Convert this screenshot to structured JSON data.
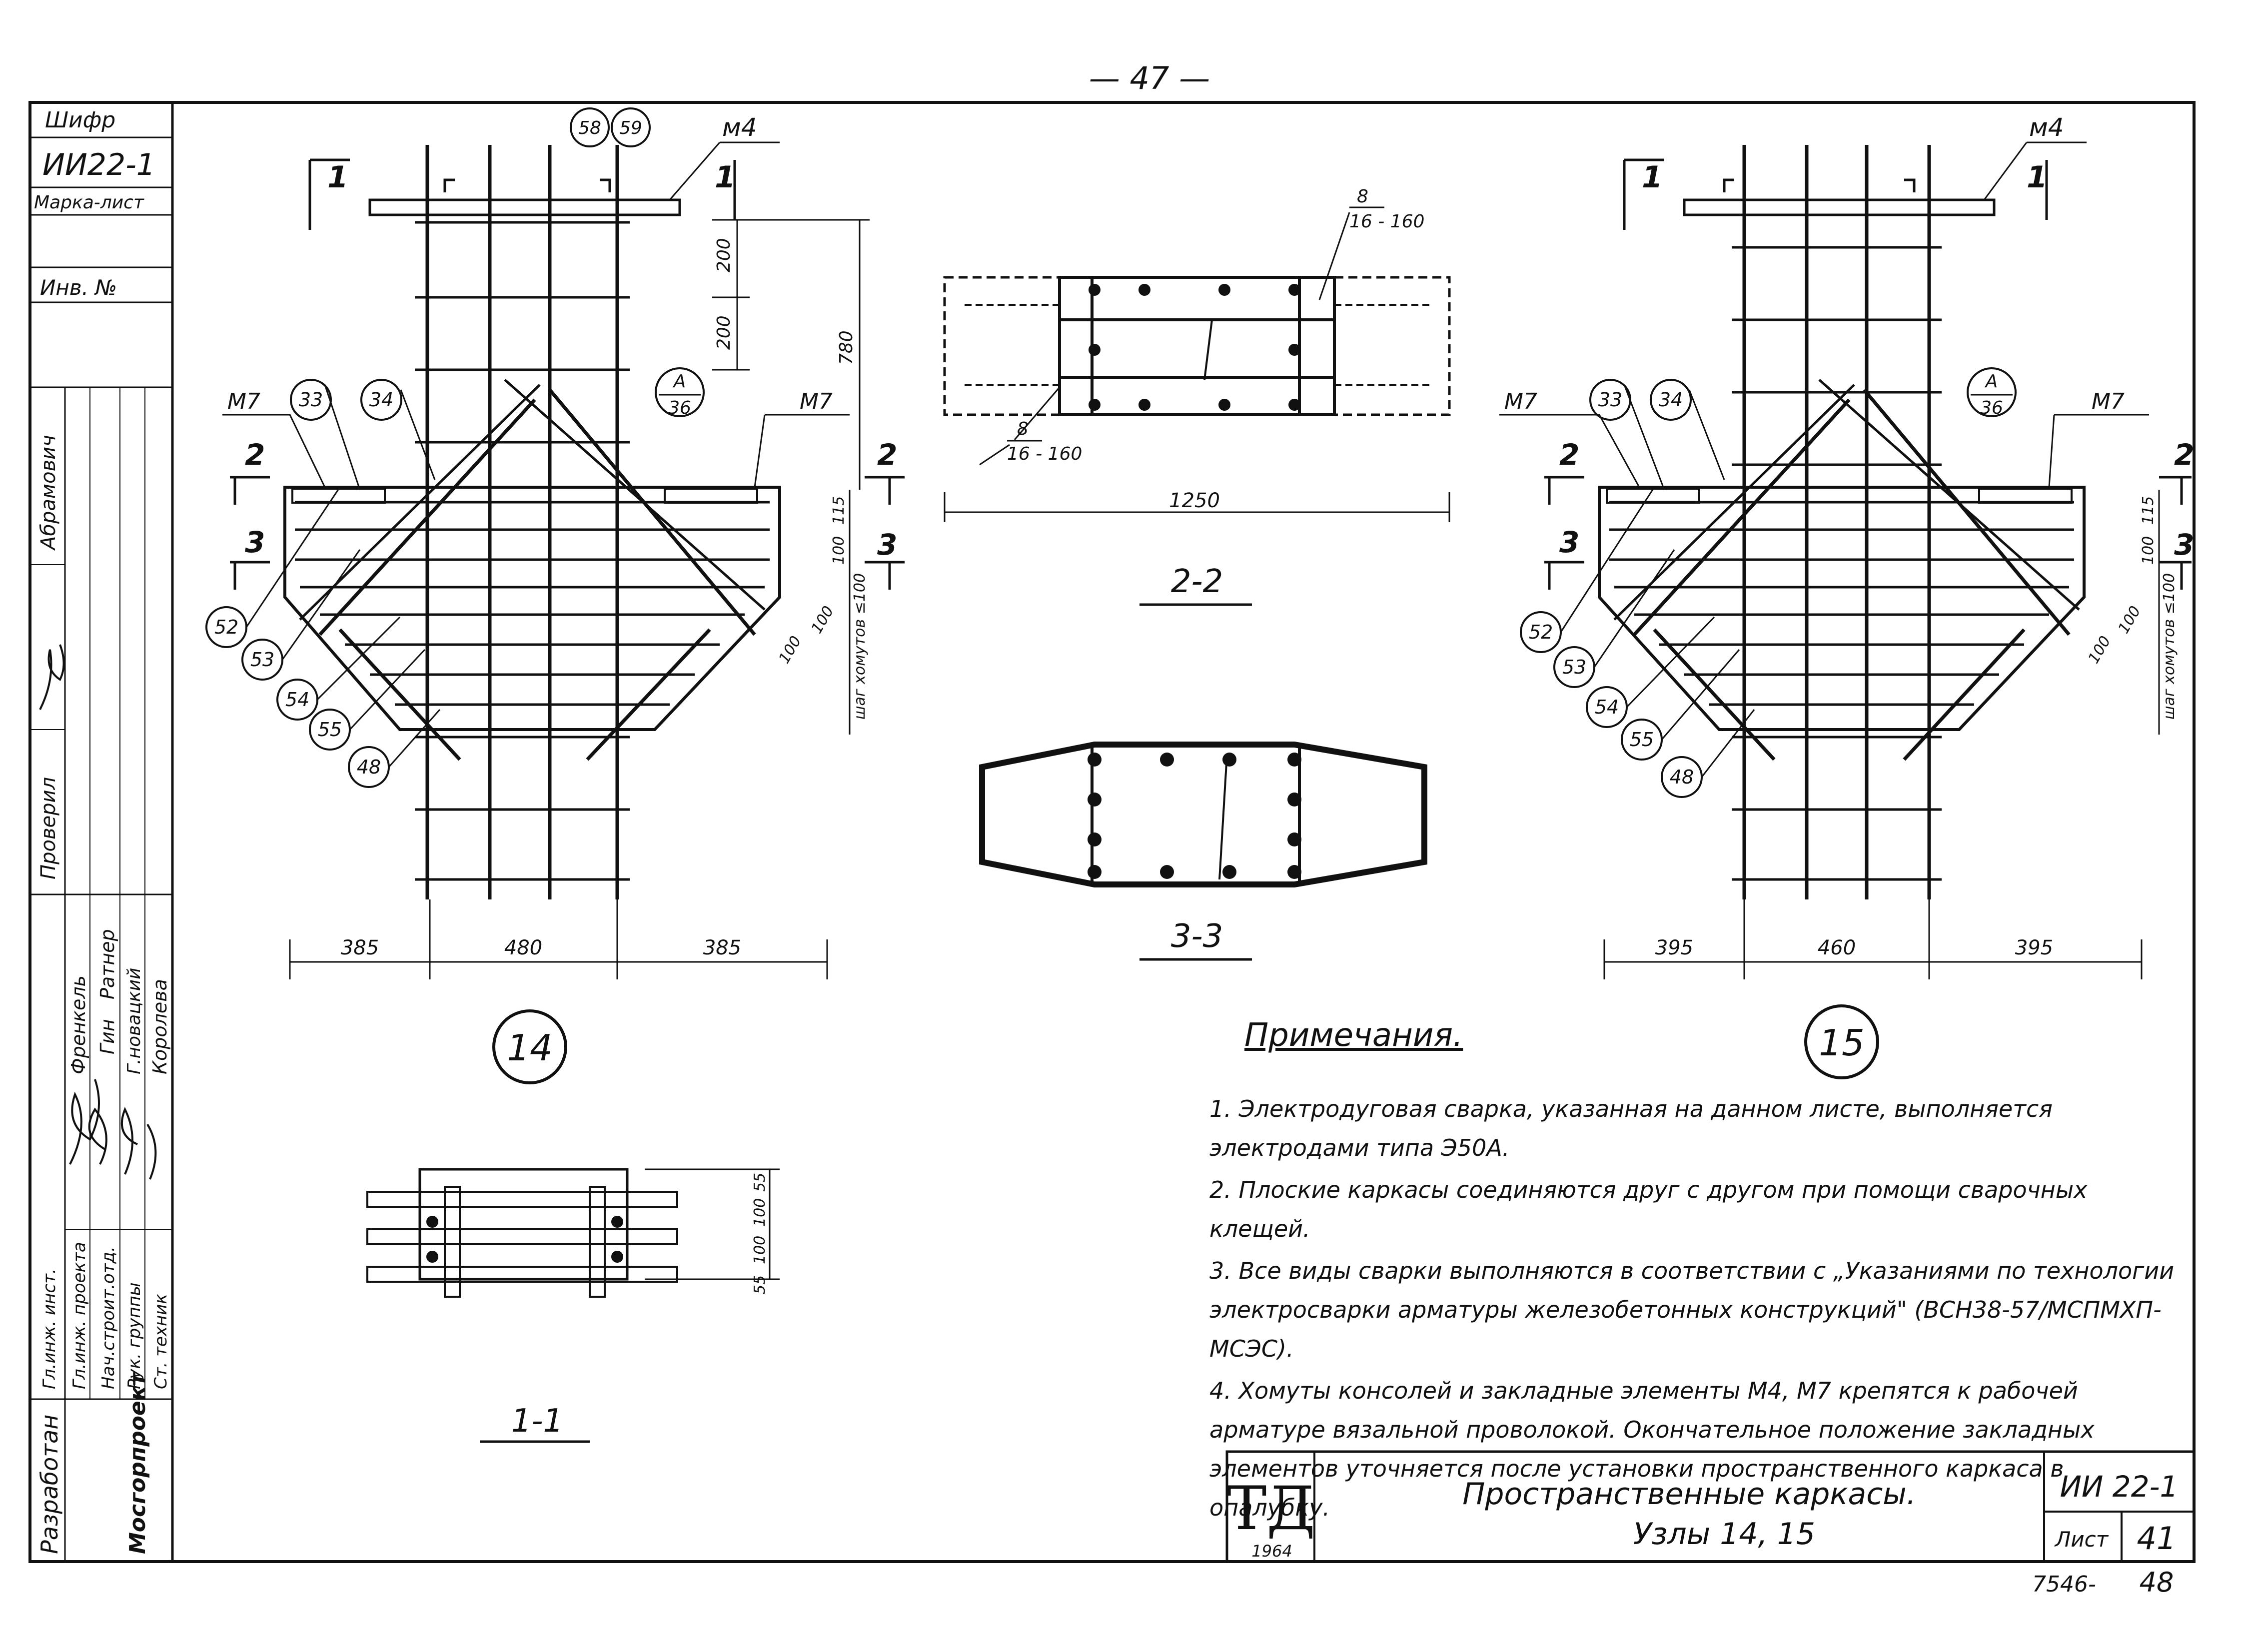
{
  "page_number": "— 47 —",
  "side_stamp": {
    "shifr_label": "Шифр",
    "shifr_value": "ИИ22-1",
    "marka_list_label": "Марка-лист",
    "inv_label": "Инв. №",
    "names": [
      "Абрамович",
      "Проверил",
      "Френкель",
      "Гин",
      "Ратнер",
      "Г.новацкий",
      "Королева"
    ],
    "roles": [
      "Гл.инж. инст.",
      "Гл.инж. проекта",
      "Нач.строит.отд.",
      "Рук. группы",
      "Ст. техник"
    ],
    "razrabotan": "Разработан",
    "org": "Мосгорпроект"
  },
  "node14": {
    "label": "14",
    "section_marks": [
      "1",
      "1",
      "2",
      "2",
      "3",
      "3"
    ],
    "callouts": [
      "58",
      "59",
      "33",
      "34",
      "52",
      "53",
      "54",
      "55",
      "48"
    ],
    "elements": [
      "м4",
      "М7",
      "М7"
    ],
    "ref_top": "А",
    "ref_bottom": "36",
    "dims_bottom": [
      "385",
      "480",
      "385"
    ],
    "dims_vertical": [
      "200",
      "200",
      "780",
      "115",
      "100"
    ],
    "stirrup_note": "шаг хомутов ≤100",
    "dims_diag": [
      "100",
      "100"
    ]
  },
  "node15": {
    "label": "15",
    "section_marks": [
      "1",
      "1",
      "2",
      "2",
      "3",
      "3"
    ],
    "callouts": [
      "33",
      "34",
      "52",
      "53",
      "54",
      "55",
      "48"
    ],
    "elements": [
      "м4",
      "М7",
      "М7"
    ],
    "ref_top": "А",
    "ref_bottom": "36",
    "dims_bottom": [
      "395",
      "460",
      "395"
    ],
    "dims_vertical": [
      "115",
      "100"
    ],
    "stirrup_note": "шаг хомутов ≤100",
    "dims_diag": [
      "100",
      "100"
    ]
  },
  "section22": {
    "label": "2-2",
    "weld_top_num": "8",
    "weld_top_den": "16 - 160",
    "weld_bottom_num": "8",
    "weld_bottom_den": "16 - 160",
    "width": "1250"
  },
  "section33": {
    "label": "3-3"
  },
  "section11": {
    "label": "1-1",
    "dims": [
      "55",
      "100",
      "100",
      "55"
    ]
  },
  "notes": {
    "title": "Примечания.",
    "items": [
      "1. Электродуговая сварка, указанная на данном листе, выполняется электродами типа Э50А.",
      "2. Плоские каркасы соединяются друг с другом при помощи сварочных клещей.",
      "3. Все виды сварки выполняются в соответствии с „Указаниями по технологии электросварки арматуры железобетонных конструкций\" (ВСН38-57/МСПМХП-МСЭС).",
      "4. Хомуты консолей и закладные элементы М4, М7 крепятся к рабочей арматуре вязальной проволокой. Окончательное положение закладных элементов уточняется после установки пространственного каркаса в опалубку."
    ]
  },
  "title_block": {
    "logo": "ТД",
    "year": "1964",
    "title_line1": "Пространственные каркасы.",
    "title_line2": "Узлы 14, 15",
    "code": "ИИ 22-1",
    "sheet_label": "Лист",
    "sheet_number": "41",
    "footer_left": "7546-",
    "footer_right": "48"
  }
}
